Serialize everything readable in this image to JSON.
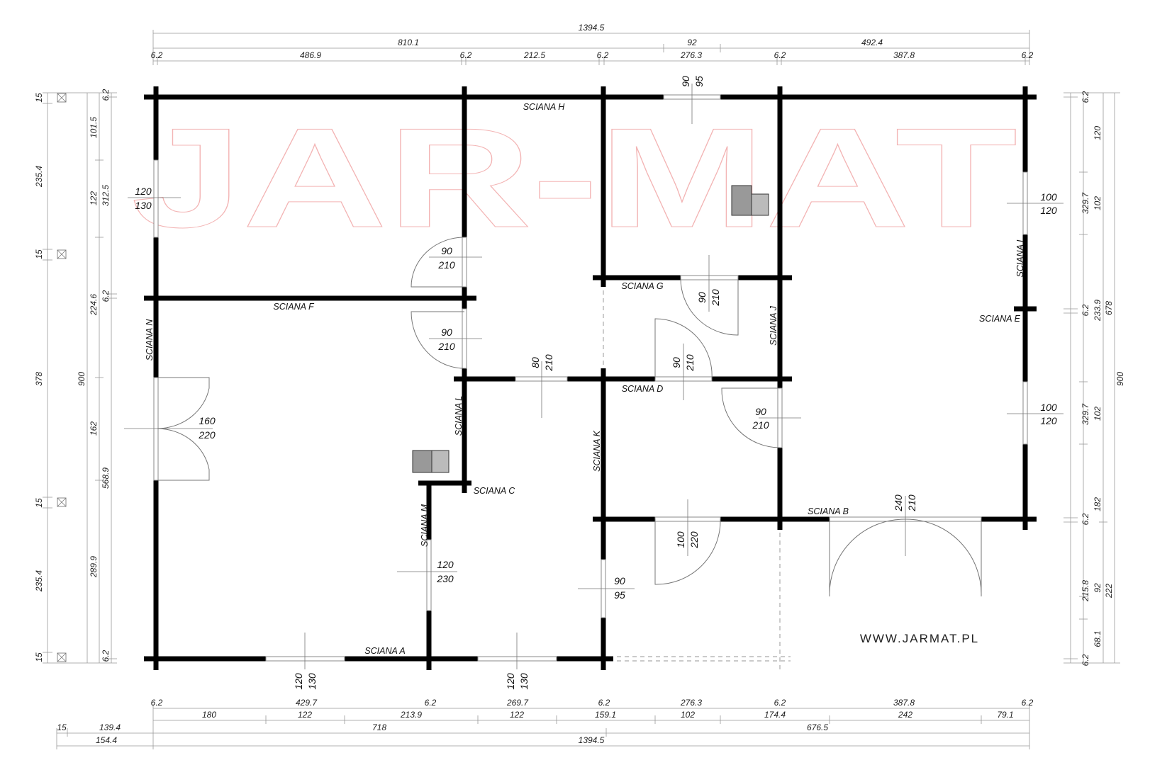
{
  "watermark": {
    "text": "JAR-MAT",
    "color": "#f3b4b4"
  },
  "website": "WWW.JARMAT.PL",
  "walls": {
    "a": "SCIANA A",
    "b": "SCIANA B",
    "c": "SCIANA C",
    "d": "SCIANA D",
    "e": "SCIANA E",
    "f": "SCIANA F",
    "g": "SCIANA G",
    "h": "SCIANA H",
    "i": "SCIANA I",
    "j": "SCIANA J",
    "k": "SCIANA K",
    "l": "SCIANA L",
    "m": "SCIANA M",
    "n": "SCIANA N"
  },
  "openings": {
    "h_window": [
      "90",
      "95"
    ],
    "n_window": [
      "120",
      "130"
    ],
    "r_door_1": [
      "90",
      "210"
    ],
    "r_door_2": [
      "90",
      "210"
    ],
    "d_door_1": [
      "80",
      "210"
    ],
    "g_door": [
      "90",
      "210"
    ],
    "d_door_2": [
      "90",
      "210"
    ],
    "j_door": [
      "90",
      "210"
    ],
    "i_window": [
      "100",
      "120"
    ],
    "e_window": [
      "100",
      "120"
    ],
    "n_door": [
      "160",
      "220"
    ],
    "m_door": [
      "120",
      "230"
    ],
    "b_door_1": [
      "100",
      "220"
    ],
    "b_door_2": [
      "240",
      "210"
    ],
    "k_window": [
      "90",
      "95"
    ],
    "a_window_1": [
      "120",
      "130"
    ],
    "a_window_2": [
      "120",
      "130"
    ]
  },
  "dims_top": {
    "total": "1394.5",
    "row2": [
      "810.1",
      "92",
      "492.4"
    ],
    "row3": [
      "6.2",
      "486.9",
      "6.2",
      "212.5",
      "6.2",
      "276.3",
      "6.2",
      "387.8",
      "6.2"
    ]
  },
  "dims_bottom": {
    "row1": [
      "6.2",
      "429.7",
      "6.2",
      "269.7",
      "6.2",
      "276.3",
      "6.2",
      "387.8",
      "6.2"
    ],
    "row2": [
      "180",
      "122",
      "213.9",
      "122",
      "159.1",
      "102",
      "174.4",
      "242",
      "79.1"
    ],
    "row3": [
      "15",
      "139.4",
      "718",
      "676.5"
    ],
    "row4": [
      "154.4",
      "1394.5"
    ]
  },
  "dims_left": {
    "col1": [
      "15",
      "235.4",
      "15",
      "378",
      "15",
      "235.4",
      "15"
    ],
    "col2": [
      "900"
    ],
    "col3": [
      "101.5",
      "122",
      "162"
    ],
    "col4": [
      "6.2",
      "312.5",
      "224.6",
      "6.2",
      "568.9",
      "289.9",
      "6.2"
    ]
  },
  "dims_right": {
    "col1": [
      "6.2",
      "329.7",
      "6.2",
      "329.7",
      "6.2",
      "215.8",
      "6.2"
    ],
    "col2": [
      "120",
      "102",
      "233.9",
      "102",
      "182",
      "92",
      "68.1"
    ],
    "col3": [
      "678",
      "222"
    ],
    "col4": [
      "900"
    ]
  }
}
